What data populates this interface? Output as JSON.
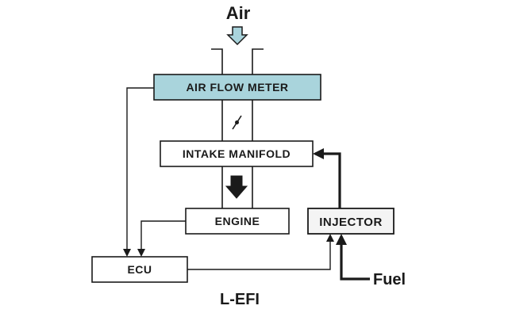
{
  "labels": {
    "air": "Air",
    "air_flow_meter": "AIR FLOW METER",
    "intake_manifold": "INTAKE MANIFOLD",
    "engine": "ENGINE",
    "injector": "INJECTOR",
    "ecu": "ECU",
    "fuel": "Fuel",
    "system_name": "L-EFI"
  },
  "colors": {
    "air_flow_meter_fill": "#a9d4dc",
    "air_arrow_fill": "#a9d4dc",
    "ink": "#1a1a1a"
  }
}
